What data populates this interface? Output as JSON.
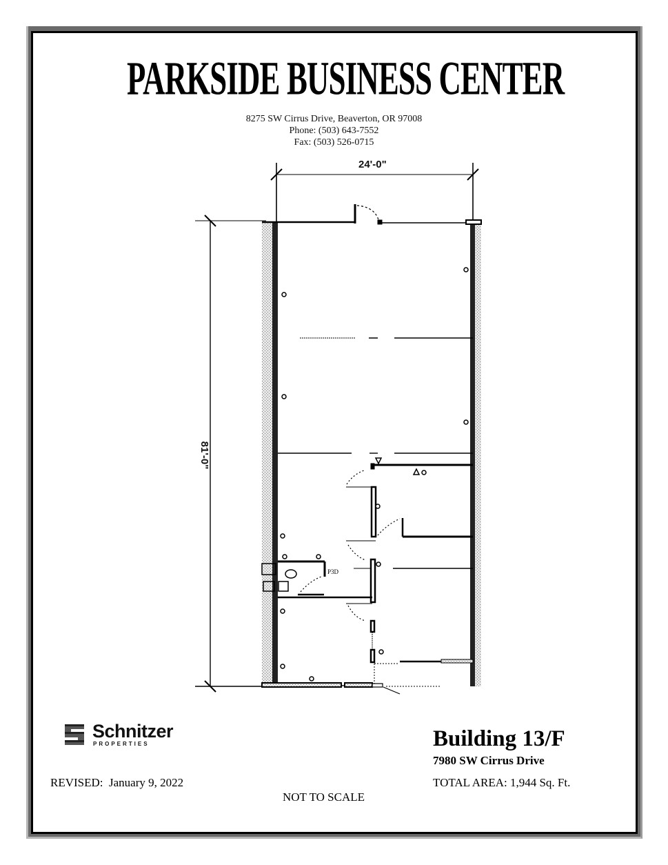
{
  "header": {
    "title": "PARKSIDE BUSINESS CENTER",
    "address": "8275 SW Cirrus Drive, Beaverton, OR 97008",
    "phone": "Phone: (503) 643-7552",
    "fax": "Fax: (503) 526-0715"
  },
  "floor_plan": {
    "width_dimension": "24'-0\"",
    "length_dimension": "81'-0\""
  },
  "logo": {
    "name": "Schnitzer",
    "subtitle": "PROPERTIES"
  },
  "building": {
    "name": "Building 13/F",
    "street": "7980 SW Cirrus Drive",
    "total_area": "TOTAL AREA: 1,944 Sq. Ft."
  },
  "footer": {
    "revised": "REVISED:  January 9, 2022",
    "scale_note": "NOT TO SCALE"
  }
}
